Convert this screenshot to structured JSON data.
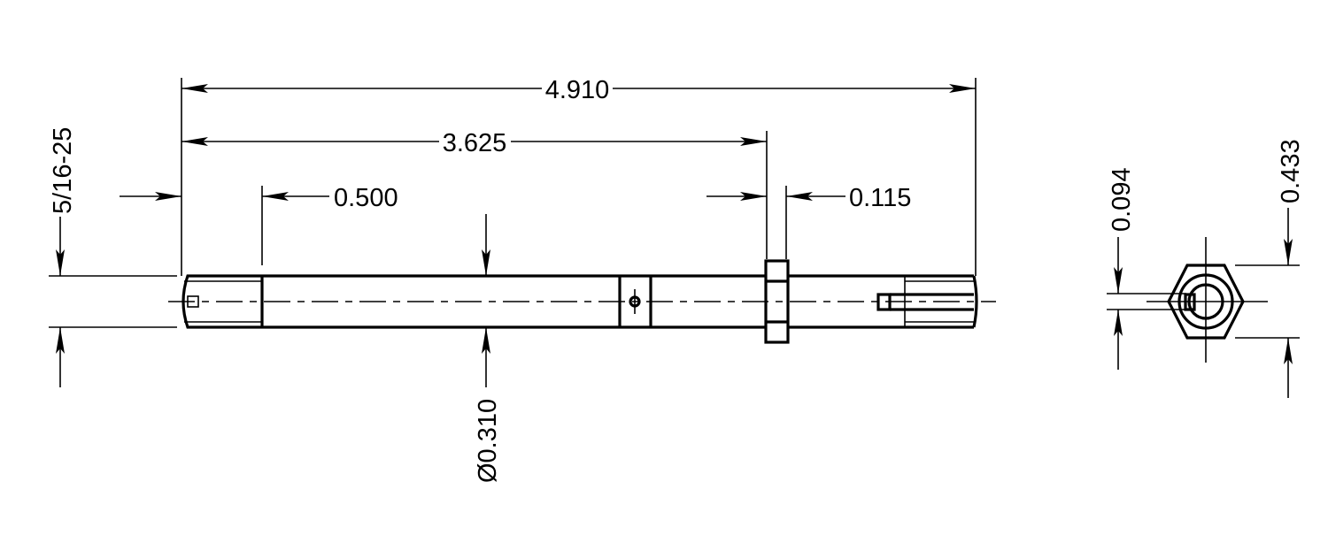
{
  "dimensions": {
    "overall_length": "4.910",
    "collar_position": "3.625",
    "thread_length": "0.500",
    "collar_width": "0.115",
    "thread_spec": "5/16-25",
    "shaft_diameter": "Ø0.310",
    "slot_width": "0.094",
    "hex_across_flats": "0.433"
  },
  "colors": {
    "line": "#000000",
    "background": "#ffffff"
  }
}
